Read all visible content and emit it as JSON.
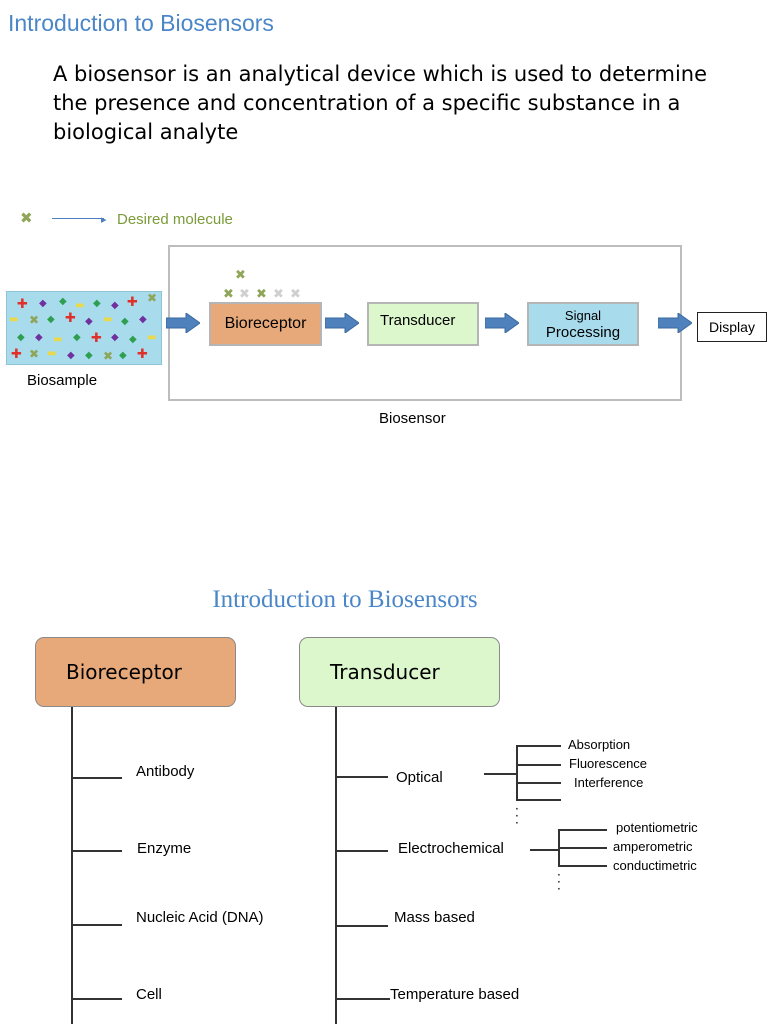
{
  "top": {
    "title": "Introduction to Biosensors",
    "intro": "A biosensor is an analytical device which is used to determine the presence and concentration of a specific substance in a biological analyte"
  },
  "diagram": {
    "legend_text": "Desired molecule",
    "biosample_label": "Biosample",
    "bioreceptor_label": "Bioreceptor",
    "transducer_label": "Transducer",
    "signal_line1": "Signal",
    "signal_line2": "Processing",
    "display_label": "Display",
    "biosensor_label": "Biosensor",
    "colors": {
      "bioreceptor": "#e8a97a",
      "transducer": "#dcf7cc",
      "signal": "#a8dcec",
      "arrow": "#4f81bd",
      "molecule": "#8fa55a"
    }
  },
  "bottom": {
    "title": "Introduction to Biosensors",
    "bioreceptor": {
      "label": "Bioreceptor",
      "items": [
        "Antibody",
        "Enzyme",
        "Nucleic Acid (DNA)",
        "Cell"
      ]
    },
    "transducer": {
      "label": "Transducer",
      "items": [
        "Optical",
        "Electrochemical",
        "Mass based",
        "Temperature based"
      ],
      "optical_subtypes": [
        "Absorption",
        "Fluorescence",
        "Interference"
      ],
      "electrochemical_subtypes": [
        "potentiometric",
        "amperometric",
        "conductimetric"
      ]
    }
  }
}
